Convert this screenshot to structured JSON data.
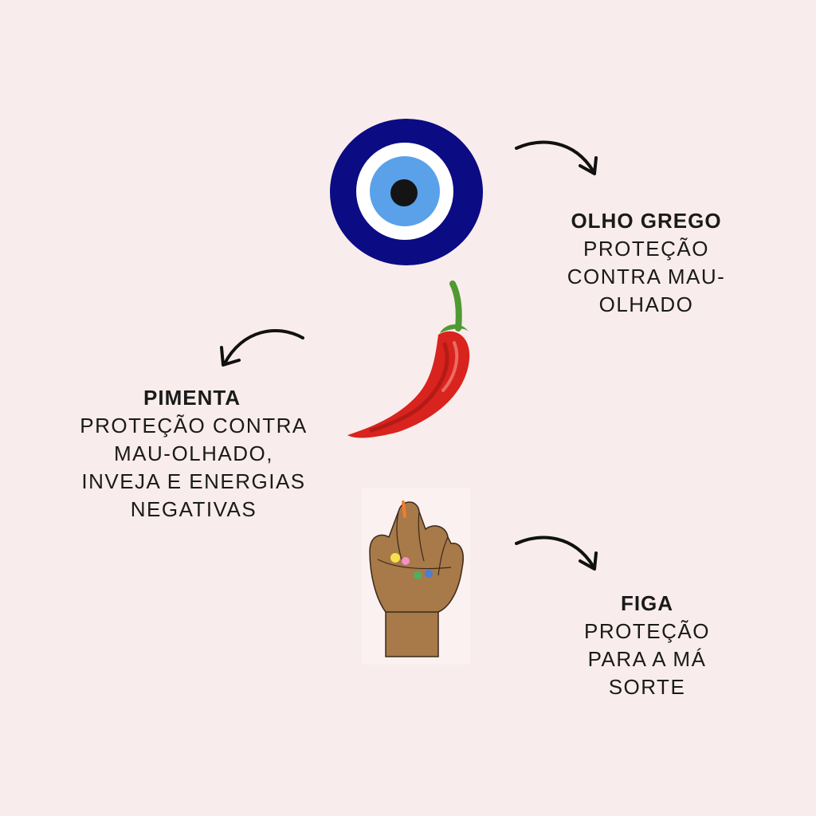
{
  "items": [
    {
      "icon": "evil-eye-icon",
      "title": "OLHO GREGO",
      "description_lines": [
        "PROTEÇÃO",
        "CONTRA MAU-",
        "OLHADO"
      ]
    },
    {
      "icon": "chili-pepper-icon",
      "title": "PIMENTA",
      "description_lines": [
        "PROTEÇÃO CONTRA",
        "MAU-OLHADO,",
        "INVEJA E ENERGIAS",
        "NEGATIVAS"
      ]
    },
    {
      "icon": "figa-hand-icon",
      "title": "FIGA",
      "description_lines": [
        "PROTEÇÃO",
        "PARA A MÁ",
        "SORTE"
      ]
    }
  ],
  "colors": {
    "background": "#f9ecec",
    "eye_outer": "#0b0b84",
    "eye_iris": "#5aa1ea",
    "pepper": "#d9231e",
    "pepper_stem": "#4f9a32",
    "skin": "#a87949",
    "text": "#1a1a1a"
  }
}
